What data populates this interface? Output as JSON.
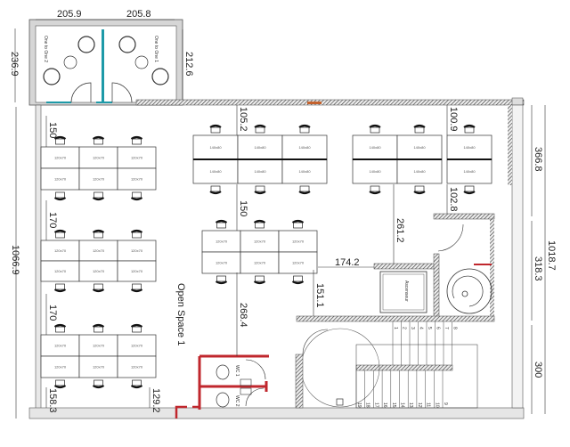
{
  "rooms": {
    "open_space": "Open Space 1",
    "one_to_one_1": "One to One 1",
    "one_to_one_2": "One to One 2",
    "elevator": "Ascenseur",
    "wc1": "WC 1",
    "wc2": "WC 2"
  },
  "desks": {
    "small_label": "120x70",
    "large_label": "140x80"
  },
  "dimensions": {
    "top_left_width": "205.9",
    "top_right_width": "205.8",
    "meeting_left_height": "236.9",
    "meeting_right_height": "212.6",
    "left_total": "1066.9",
    "left_gap_1": "150",
    "left_gap_2": "170",
    "left_gap_3": "170",
    "left_gap_4": "158.3",
    "bottom_gap": "129.2",
    "mid_top": "105.2",
    "mid_gap": "150",
    "mid_bottom": "268.4",
    "right_top": "100.9",
    "right_below": "102.8",
    "corridor_vertical": "261.2",
    "corridor_horizontal": "174.2",
    "elevator_gap": "151.1",
    "right_seg_1": "366.8",
    "right_seg_2": "318.3",
    "right_seg_3": "300",
    "right_total": "1018.7"
  },
  "stairs": {
    "upper_steps": [
      "1",
      "2",
      "3",
      "4",
      "5",
      "6",
      "7",
      "8"
    ],
    "lower_steps": [
      "19",
      "18",
      "17",
      "16",
      "15",
      "14",
      "13",
      "12",
      "11",
      "10",
      "9"
    ]
  },
  "colors": {
    "wall": "#cfcfcf",
    "glass": "#1e9aa8",
    "wc_wall": "#c0272d",
    "line": "#222222"
  }
}
